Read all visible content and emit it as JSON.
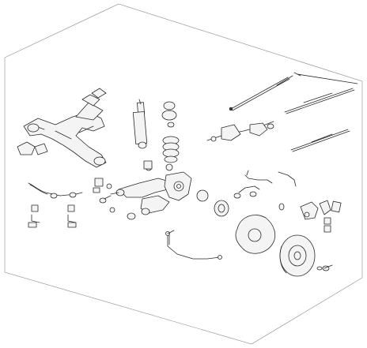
{
  "diagram": {
    "kind": "exploded-parts-illustration",
    "line_color": "#2a2a2a",
    "background": "#ffffff",
    "frame_color": "#8a8a8a",
    "parts": [
      "rear-axle-subframe",
      "axle-mounting-brackets",
      "anti-roll-bar",
      "anti-roll-bar-links",
      "shock-absorber",
      "strut-top-mount",
      "coil-spring",
      "wishbone-control-arm",
      "wheel-hub-carrier",
      "silent-block-bushings",
      "wheel-bearing",
      "brake-dust-shield",
      "brake-disc",
      "brake-caliper",
      "brake-pads",
      "brake-hoses",
      "abs-sensor-cables",
      "handbrake-cables",
      "bolt-kit"
    ]
  }
}
